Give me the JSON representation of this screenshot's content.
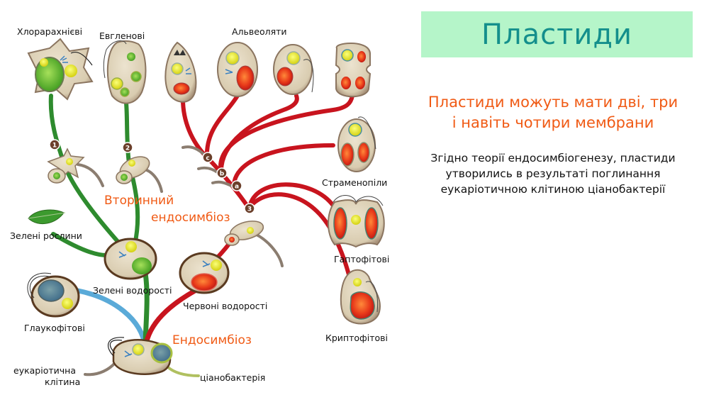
{
  "slide": {
    "title": "Пластиди",
    "subtitle_line1": "Пластиди можуть мати дві, три",
    "subtitle_line2": "і навіть чотири мембрани",
    "desc_line1": "Згідно теорії ендосимбіогенезу, пластиди",
    "desc_line2": "утворились в результаті поглинання",
    "desc_line3": "еукаріотичною клітиною ціанобактерії"
  },
  "colors": {
    "title_bg": "#b5f5c9",
    "title_text": "#148f8c",
    "accent_orange": "#f05a14",
    "green_lineage": "#2e8b2e",
    "red_lineage": "#c8141e",
    "blue_lineage": "#5aaad8",
    "node_badge": "#6b3f2a"
  },
  "diagram": {
    "labels": {
      "chlorarachniophytes": "Хлорарахнієві",
      "euglenids": "Евгленові",
      "alveolates": "Альвеоляти",
      "stramenopiles": "Страменопіли",
      "haptophytes": "Гаптофітові",
      "cryptophytes": "Криптофітові",
      "green_plants": "Зелені рослини",
      "green_algae": "Зелені водорості",
      "red_algae": "Червоні водорості",
      "glaucophytes": "Глаукофітові",
      "eukaryotic_cell_1": "еукаріотична",
      "eukaryotic_cell_2": "клітина",
      "cyanobacterium": "ціанобактерія",
      "secondary_endosymbiosis_1": "Вторинний",
      "secondary_endosymbiosis_2": "ендосимбіоз",
      "endosymbiosis": "Ендосимбіоз"
    },
    "nodes": [
      "1",
      "2",
      "3",
      "a",
      "b",
      "c"
    ]
  }
}
